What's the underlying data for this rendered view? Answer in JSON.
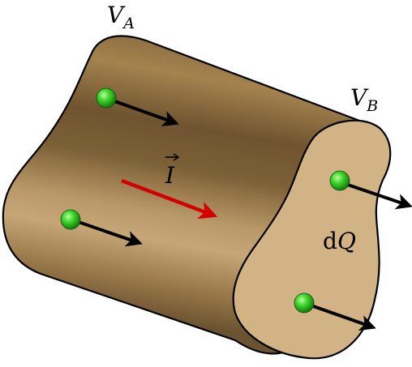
{
  "labels": {
    "va_main": "V",
    "va_sub": "A",
    "vb_main": "V",
    "vb_sub": "B",
    "current_symbol": "I",
    "charge_prefix": "d",
    "charge_symbol": "Q"
  },
  "colors": {
    "conductor_dark": "#6b5433",
    "conductor_mid": "#a88a5c",
    "conductor_light": "#c9a878",
    "end_face": "#d2b386",
    "outline": "#000000",
    "current_arrow": "#d40000",
    "charge_green": "#33cc22",
    "charge_arrow": "#000000"
  },
  "icons": {
    "charge": "green-sphere-icon",
    "current_arrow": "red-arrow-icon",
    "drift_arrow": "black-arrow-icon"
  }
}
